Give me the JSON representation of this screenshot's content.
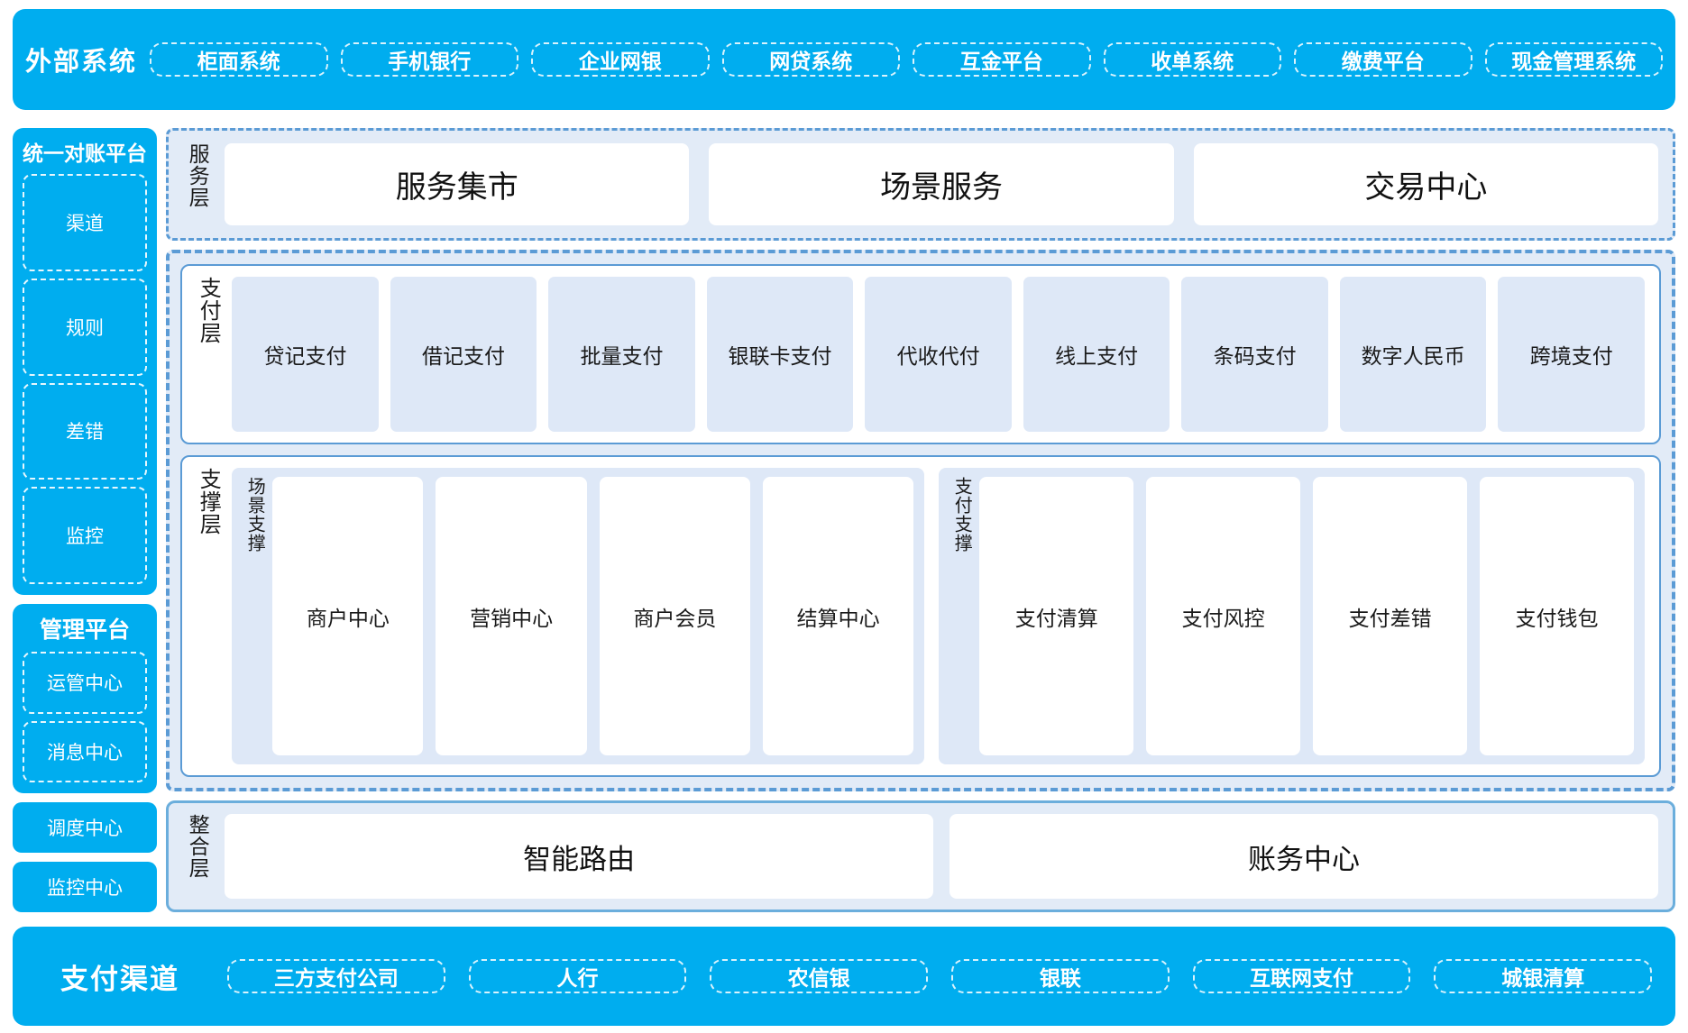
{
  "theme": {
    "brand_blue": "#00ADEF",
    "panel_fill": "#E2EBF7",
    "card_fill": "#DEE8F7",
    "border_blue": "#5B9BD5",
    "white": "#FFFFFF"
  },
  "external": {
    "title": "外部系统",
    "items": [
      {
        "label": "柜面系统"
      },
      {
        "label": "手机银行"
      },
      {
        "label": "企业网银"
      },
      {
        "label": "网贷系统"
      },
      {
        "label": "互金平台"
      },
      {
        "label": "收单系统"
      },
      {
        "label": "缴费平台"
      },
      {
        "label": "现金管理系统"
      }
    ]
  },
  "rail": {
    "groups": [
      {
        "title": "统一对账平台",
        "items": [
          {
            "label": "渠道"
          },
          {
            "label": "规则"
          },
          {
            "label": "差错"
          },
          {
            "label": "监控"
          }
        ]
      },
      {
        "title": "管理平台",
        "items": [
          {
            "label": "运管中心"
          },
          {
            "label": "消息中心"
          }
        ]
      }
    ],
    "standalone": [
      {
        "label": "调度中心"
      },
      {
        "label": "监控中心"
      }
    ]
  },
  "service_layer": {
    "label": "服务层",
    "cards": [
      {
        "label": "服务集市"
      },
      {
        "label": "场景服务"
      },
      {
        "label": "交易中心"
      }
    ]
  },
  "payment_layer": {
    "label": "支付层",
    "cards": [
      {
        "label": "贷记支付"
      },
      {
        "label": "借记支付"
      },
      {
        "label": "批量支付"
      },
      {
        "label": "银联卡支付"
      },
      {
        "label": "代收代付"
      },
      {
        "label": "线上支付"
      },
      {
        "label": "条码支付"
      },
      {
        "label": "数字人民币"
      },
      {
        "label": "跨境支付"
      }
    ]
  },
  "support_layer": {
    "label": "支撑层",
    "groups": [
      {
        "label": "场景支撑",
        "cards": [
          {
            "label": "商户中心"
          },
          {
            "label": "营销中心"
          },
          {
            "label": "商户会员"
          },
          {
            "label": "结算中心"
          }
        ]
      },
      {
        "label": "支付支撑",
        "cards": [
          {
            "label": "支付清算"
          },
          {
            "label": "支付风控"
          },
          {
            "label": "支付差错"
          },
          {
            "label": "支付钱包"
          }
        ]
      }
    ]
  },
  "integration_layer": {
    "label": "整合层",
    "cards": [
      {
        "label": "智能路由"
      },
      {
        "label": "账务中心"
      }
    ]
  },
  "channel": {
    "title": "支付渠道",
    "items": [
      {
        "label": "三方支付公司"
      },
      {
        "label": "人行"
      },
      {
        "label": "农信银"
      },
      {
        "label": "银联"
      },
      {
        "label": "互联网支付"
      },
      {
        "label": "城银清算"
      }
    ]
  }
}
